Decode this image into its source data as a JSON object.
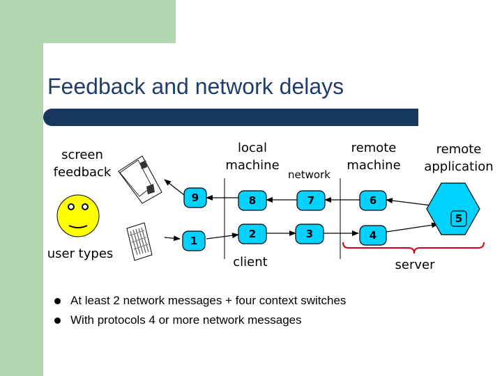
{
  "slide": {
    "title": "Feedback and network delays"
  },
  "labels": {
    "screen_feedback_1": "screen",
    "screen_feedback_2": "feedback",
    "local_machine_1": "local",
    "local_machine_2": "machine",
    "network": "network",
    "remote_machine_1": "remote",
    "remote_machine_2": "machine",
    "remote_app_1": "remote",
    "remote_app_2": "application",
    "user_types": "user types",
    "client": "client",
    "server": "server"
  },
  "steps": {
    "s1": "1",
    "s2": "2",
    "s3": "3",
    "s4": "4",
    "s5": "5",
    "s6": "6",
    "s7": "7",
    "s8": "8",
    "s9": "9"
  },
  "bullets": [
    "At least 2 network messages + four context switches",
    "With protocols 4 or more network messages"
  ],
  "colors": {
    "node_fill": "#00d2ff",
    "arrow": "#000000",
    "brace": "#d0021b",
    "face": "#ffff00",
    "hexagon": "#00d2ff",
    "accent_bar": "#17375e",
    "side_band": "#b1d6b0"
  },
  "icons": {
    "face": "smiley-face-icon",
    "monitor": "monitor-icon",
    "keyboard": "keyboard-icon"
  }
}
